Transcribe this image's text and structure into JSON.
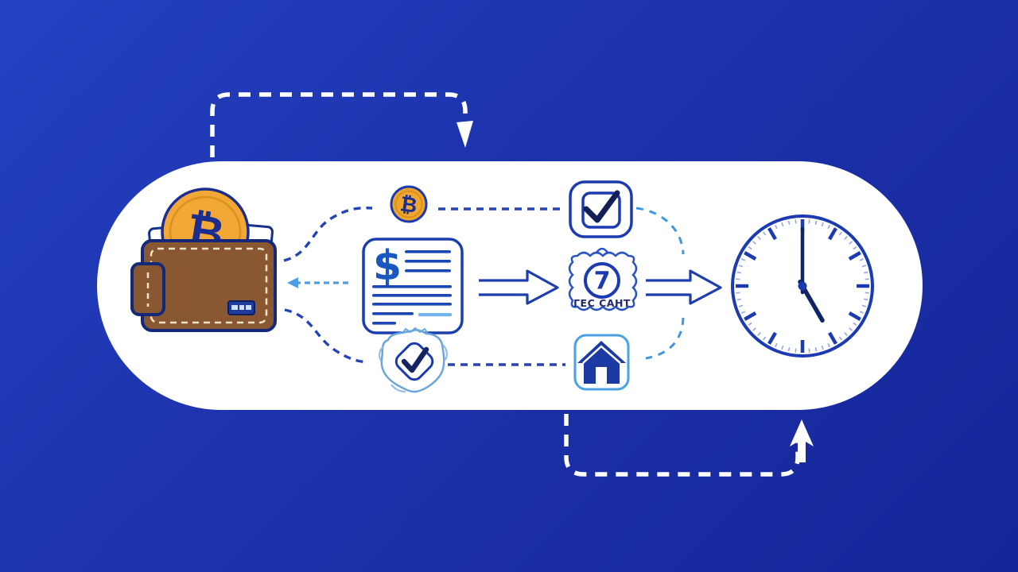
{
  "illustration": {
    "title": "bitcoin-payment-approval-flow",
    "background_start": "#2441c2",
    "background_end": "#152699",
    "panel_color": "#ffffff",
    "outline_navy": "#1c3bb0",
    "dark_navy": "#131f55",
    "light_blue": "#4d9ee8",
    "dash_white": "#ffffff"
  },
  "wallet": {
    "coin_symbol": "₿",
    "leather_color": "#8a5733",
    "coin_gold": "#f2a737",
    "stitch_color": "#f2e3c9"
  },
  "coin": {
    "symbol": "₿",
    "gold": "#f0a52e"
  },
  "invoice": {
    "currency_symbol": "$"
  },
  "seal": {
    "number": "7",
    "caption": "ΓEC CAHT"
  },
  "clock": {
    "hour": 5,
    "minute": 0
  }
}
